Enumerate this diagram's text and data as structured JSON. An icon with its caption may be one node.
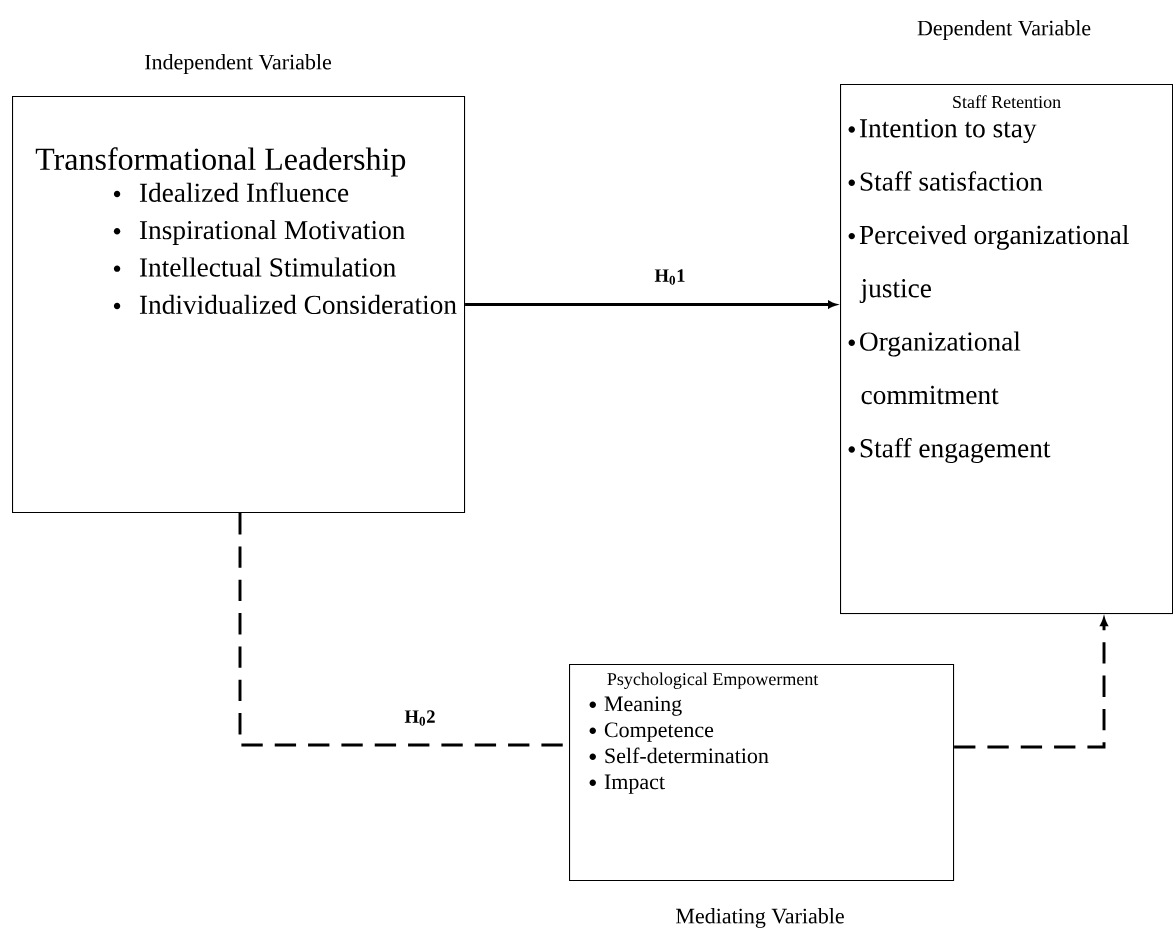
{
  "diagram": {
    "nodes": [
      {
        "text": [
          "Transformational Leadership",
          "Idealized Influence",
          "Inspirational Motivation",
          "Intellectual Stimulation",
          "Individualized Consideration"
        ],
        "beside": [
          "Independent Variable"
        ]
      },
      {
        "text": [
          "Staff Retention",
          "Intention to stay",
          "Staff satisfaction",
          "Perceived organizational justice",
          "Organizational commitment",
          "Staff engagement"
        ],
        "beside": [
          "Dependent Variable"
        ]
      },
      {
        "text": [
          "Psychological Empowerment",
          "Meaning",
          "Competence",
          "Self-determination",
          "Impact"
        ],
        "beside": [
          "Mediating Variable"
        ]
      }
    ],
    "edges": [
      {
        "from": 0,
        "to": 1,
        "arrow": "to",
        "label": "H$_{0}$1"
      },
      {
        "from": 0,
        "to": 2,
        "arrow": "none",
        "style": "dashed",
        "label": "H$_{0}$2"
      },
      {
        "from": 2,
        "to": 1,
        "arrow": "to",
        "style": "dashed"
      }
    ]
  }
}
